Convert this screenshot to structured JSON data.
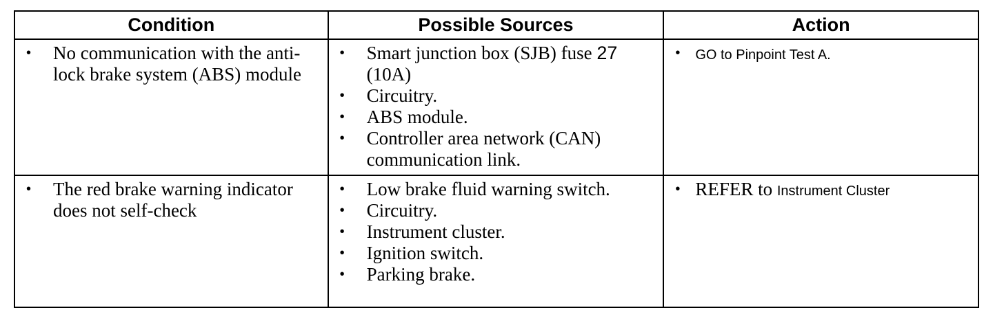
{
  "table": {
    "headers": {
      "condition": "Condition",
      "sources": "Possible Sources",
      "action": "Action"
    },
    "rows": [
      {
        "condition": "No communication with the anti-lock brake system (ABS) module",
        "sources": [
          {
            "pre": "Smart junction box (SJB) fuse ",
            "num": "27",
            "post": " (10A)"
          },
          "Circuitry.",
          "ABS module.",
          "Controller area network (CAN) communication link."
        ],
        "action": "GO to Pinpoint Test A."
      },
      {
        "condition": "The red brake warning indicator does not self-check",
        "sources": [
          "Low brake fluid warning switch.",
          "Circuitry.",
          "Instrument cluster.",
          "Ignition switch.",
          "Parking brake."
        ],
        "action": {
          "prefix": "REFER to ",
          "target": "Instrument Cluster"
        }
      }
    ],
    "bullet_symbol": "•"
  }
}
